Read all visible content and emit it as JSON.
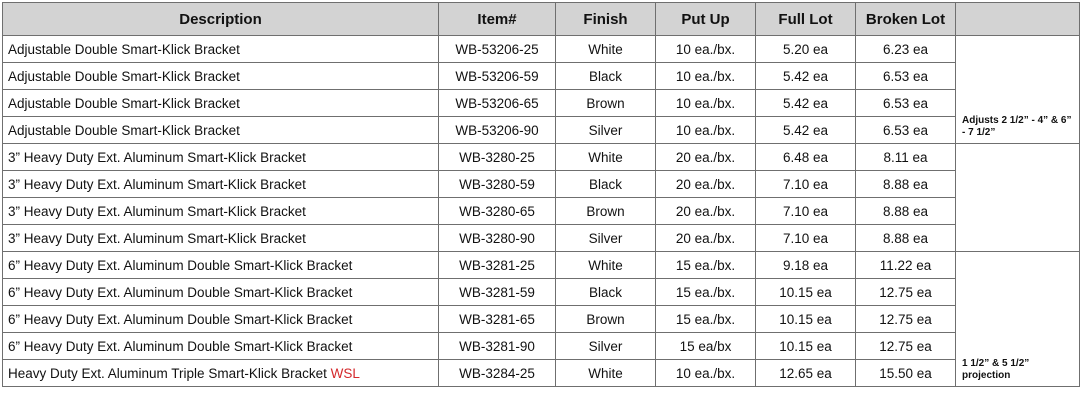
{
  "headers": [
    "Description",
    "Item#",
    "Finish",
    "Put Up",
    "Full Lot",
    "Broken Lot",
    ""
  ],
  "rows": [
    {
      "description": "Adjustable Double Smart-Klick Bracket",
      "tag": "",
      "item": "WB-53206-25",
      "finish": "White",
      "put_up": "10 ea./bx.",
      "full_lot": "5.20 ea",
      "broken_lot": "6.23 ea"
    },
    {
      "description": "Adjustable Double Smart-Klick Bracket",
      "tag": "",
      "item": "WB-53206-59",
      "finish": "Black",
      "put_up": "10 ea./bx.",
      "full_lot": "5.42 ea",
      "broken_lot": "6.53 ea"
    },
    {
      "description": "Adjustable Double Smart-Klick Bracket",
      "tag": "",
      "item": "WB-53206-65",
      "finish": "Brown",
      "put_up": "10 ea./bx.",
      "full_lot": "5.42 ea",
      "broken_lot": "6.53 ea"
    },
    {
      "description": "Adjustable Double Smart-Klick Bracket",
      "tag": "",
      "item": "WB-53206-90",
      "finish": "Silver",
      "put_up": "10 ea./bx.",
      "full_lot": "5.42 ea",
      "broken_lot": "6.53 ea"
    },
    {
      "description": "3” Heavy Duty Ext. Aluminum Smart-Klick Bracket",
      "tag": "",
      "item": "WB-3280-25",
      "finish": "White",
      "put_up": "20 ea./bx.",
      "full_lot": "6.48 ea",
      "broken_lot": "8.11 ea"
    },
    {
      "description": "3” Heavy Duty Ext. Aluminum Smart-Klick Bracket",
      "tag": "",
      "item": "WB-3280-59",
      "finish": "Black",
      "put_up": "20 ea./bx.",
      "full_lot": "7.10 ea",
      "broken_lot": "8.88 ea"
    },
    {
      "description": "3” Heavy Duty Ext. Aluminum Smart-Klick Bracket",
      "tag": "",
      "item": "WB-3280-65",
      "finish": "Brown",
      "put_up": "20 ea./bx.",
      "full_lot": "7.10 ea",
      "broken_lot": "8.88 ea"
    },
    {
      "description": "3” Heavy Duty Ext. Aluminum Smart-Klick Bracket",
      "tag": "",
      "item": "WB-3280-90",
      "finish": "Silver",
      "put_up": "20 ea./bx.",
      "full_lot": "7.10 ea",
      "broken_lot": "8.88 ea"
    },
    {
      "description": "6” Heavy Duty Ext. Aluminum Double Smart-Klick Bracket",
      "tag": "",
      "item": "WB-3281-25",
      "finish": "White",
      "put_up": "15 ea./bx.",
      "full_lot": "9.18 ea",
      "broken_lot": "11.22 ea"
    },
    {
      "description": "6” Heavy Duty Ext. Aluminum Double Smart-Klick Bracket",
      "tag": "",
      "item": "WB-3281-59",
      "finish": "Black",
      "put_up": "15 ea./bx.",
      "full_lot": "10.15 ea",
      "broken_lot": "12.75 ea"
    },
    {
      "description": "6” Heavy Duty Ext. Aluminum Double Smart-Klick Bracket",
      "tag": "",
      "item": "WB-3281-65",
      "finish": "Brown",
      "put_up": "15 ea./bx.",
      "full_lot": "10.15 ea",
      "broken_lot": "12.75 ea"
    },
    {
      "description": "6” Heavy Duty Ext. Aluminum Double Smart-Klick Bracket",
      "tag": "",
      "item": "WB-3281-90",
      "finish": "Silver",
      "put_up": "15 ea/bx",
      "full_lot": "10.15 ea",
      "broken_lot": "12.75 ea"
    },
    {
      "description": "Heavy Duty Ext. Aluminum Triple Smart-Klick Bracket ",
      "tag": "WSL",
      "item": "WB-3284-25",
      "finish": "White",
      "put_up": "10 ea./bx.",
      "full_lot": "12.65 ea",
      "broken_lot": "15.50 ea"
    }
  ],
  "notes": [
    {
      "text": "Adjusts 2 1/2” - 4” & 6” - 7 1/2”",
      "rows": 4
    },
    {
      "text": "",
      "rows": 4
    },
    {
      "text": "1 1/2” & 5 1/2” projection",
      "rows": 5
    }
  ],
  "colors": {
    "header_bg": "#d3d3d3",
    "border": "#6f6f6f",
    "tag_red": "#d4282b"
  }
}
